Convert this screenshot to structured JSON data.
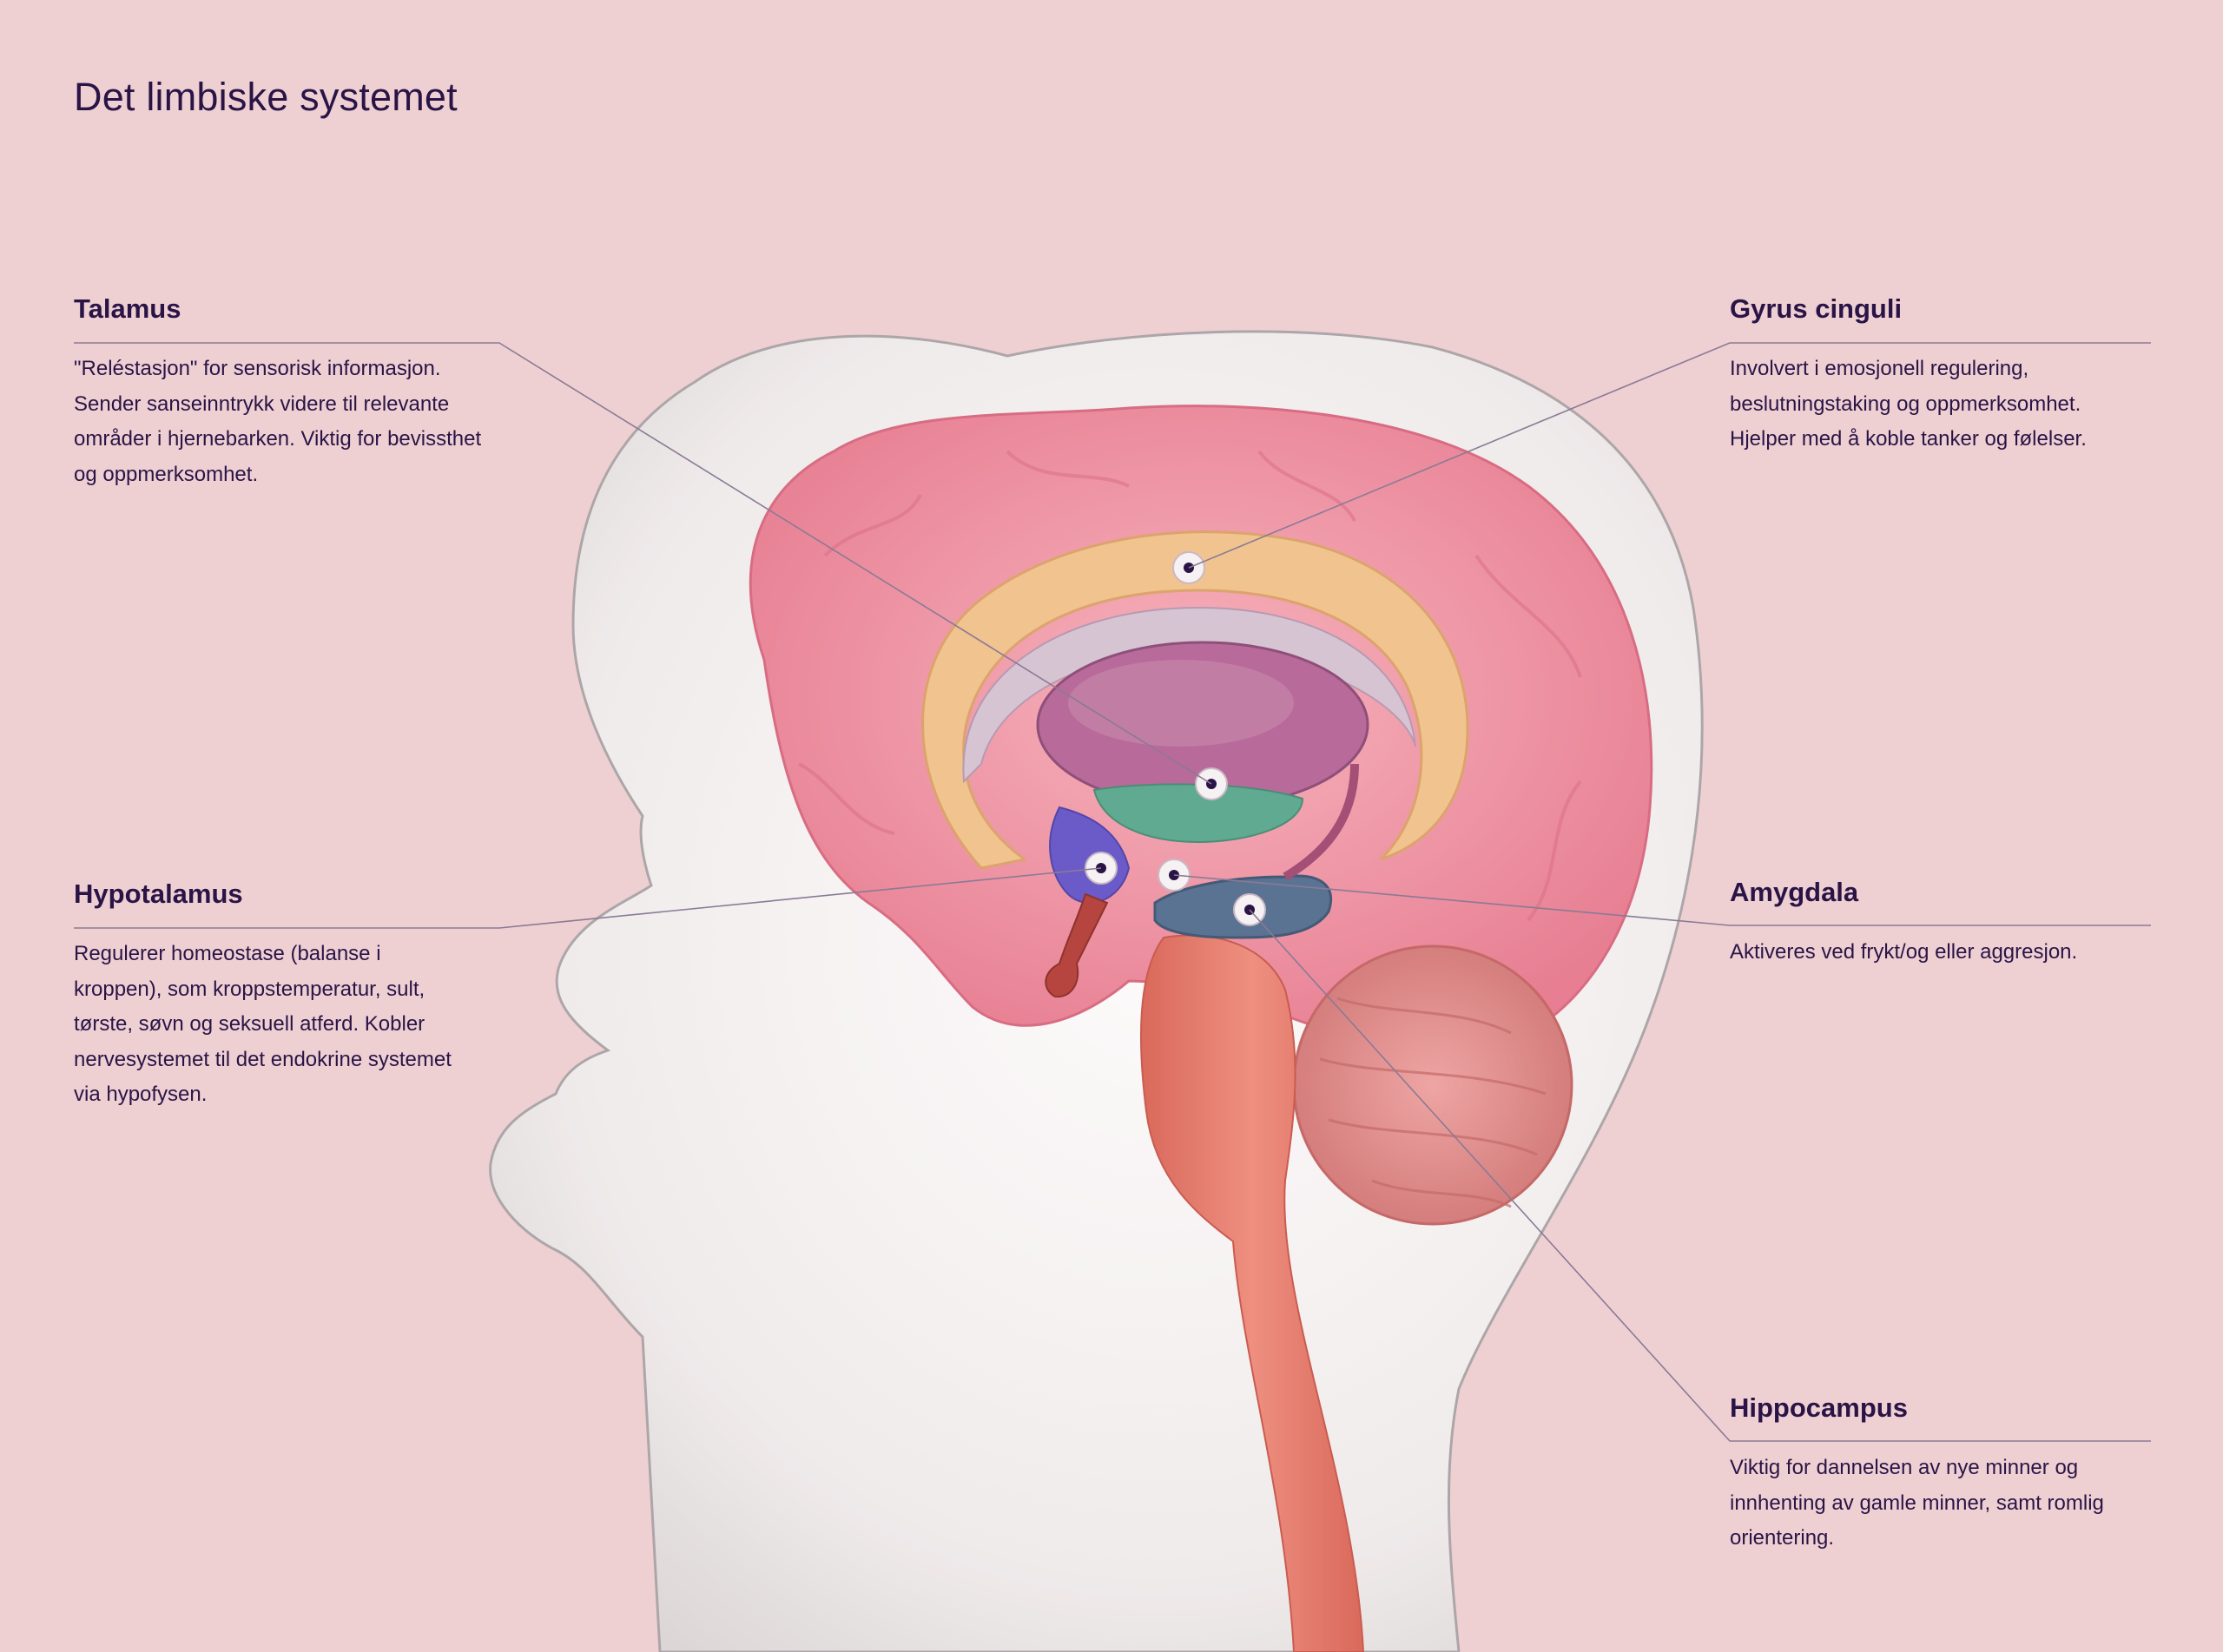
{
  "title": "Det limbiske systemet",
  "labels": {
    "talamus": {
      "name": "Talamus",
      "description": "\"Reléstasjon\" for sensorisk informasjon. Sender sanseinntrykk videre til relevante områder i hjernebarken. Viktig for bevissthet og oppmerksomhet."
    },
    "gyrus_cinguli": {
      "name": "Gyrus cinguli",
      "description": "Involvert i emosjonell regulering, beslutningstaking og oppmerksomhet. Hjelper med å koble tanker og følelser."
    },
    "hypotalamus": {
      "name": "Hypotalamus",
      "description": "Regulerer homeostase (balanse i kroppen), som kroppstemperatur, sult, tørste, søvn og seksuell atferd. Kobler nervesystemet til det endokrine systemet via hypofysen."
    },
    "amygdala": {
      "name": "Amygdala",
      "description": "Aktiveres ved frykt/og eller aggresjon."
    },
    "hippocampus": {
      "name": "Hippocampus",
      "description": "Viktig for dannelsen av nye minner og innhenting av gamle minner, samt romlig orientering."
    }
  },
  "colors": {
    "background": "#eed0d3",
    "text": "#2a1446",
    "leader_line": "#8a7a95",
    "cortex": "#ef8e9f",
    "cingulate": "#f1c38f",
    "thalamus": "#b86a9a",
    "hypothalamus": "#6b5bc9",
    "hippocampus": "#5a7393",
    "brainstem": "#e07a6c",
    "cerebellum": "#e39594"
  }
}
